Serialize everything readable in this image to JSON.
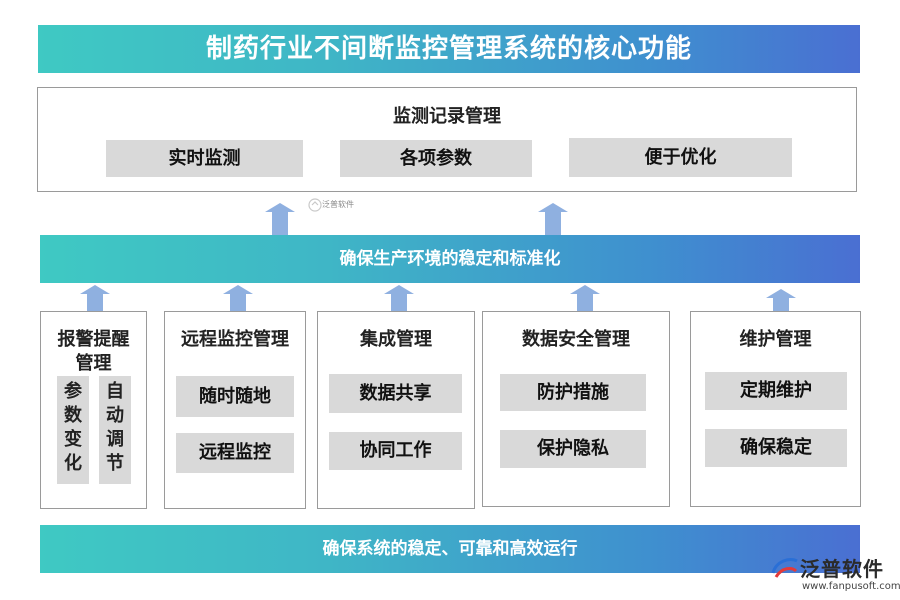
{
  "title": "制药行业不间断监控管理系统的核心功能",
  "top_section": {
    "heading": "监测记录管理",
    "items": [
      "实时监测",
      "各项参数",
      "便于优化"
    ]
  },
  "middle_banner": "确保生产环境的稳定和标准化",
  "columns": [
    {
      "title_line1": "报警提醒",
      "title_line2": "管理",
      "vertical_items": [
        [
          "参",
          "数",
          "变",
          "化"
        ],
        [
          "自",
          "动",
          "调",
          "节"
        ]
      ]
    },
    {
      "title": "远程监控管理",
      "items": [
        "随时随地",
        "远程监控"
      ]
    },
    {
      "title": "集成管理",
      "items": [
        "数据共享",
        "协同工作"
      ]
    },
    {
      "title": "数据安全管理",
      "items": [
        "防护措施",
        "保护隐私"
      ]
    },
    {
      "title": "维护管理",
      "items": [
        "定期维护",
        "确保稳定"
      ]
    }
  ],
  "bottom_banner": "确保系统的稳定、可靠和高效运行",
  "watermark": {
    "small_text": "泛普软件"
  },
  "brand": {
    "name": "泛普软件",
    "url": "www.fanpusoft.com"
  },
  "colors": {
    "gradient_start": "#3fc9c3",
    "gradient_end": "#4a6fd2",
    "arrow": "#8fb0e0",
    "box_fill": "#d9d9d9"
  }
}
